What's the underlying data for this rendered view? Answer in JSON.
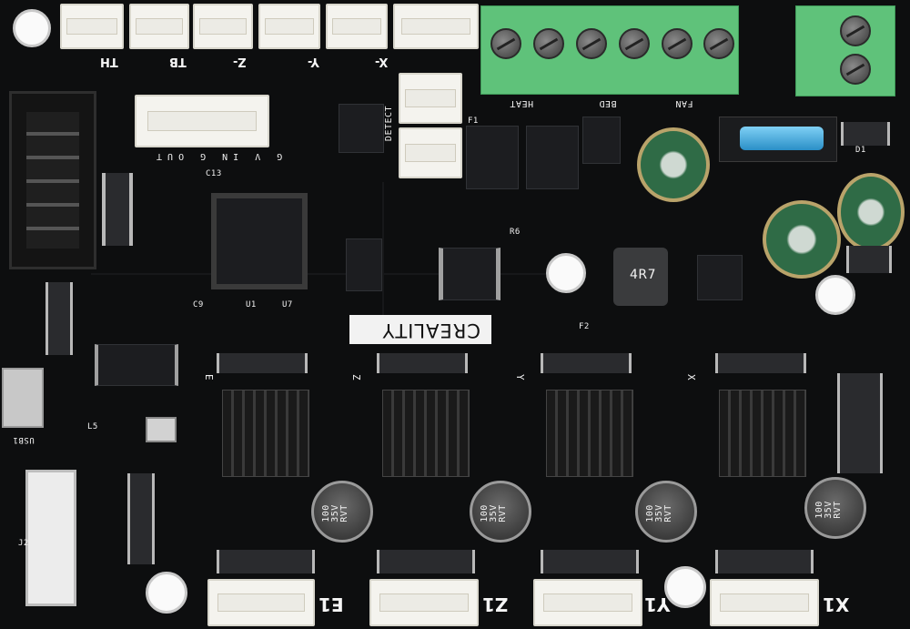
{
  "board": {
    "brand": "CREALITY",
    "motor_ports": [
      "E1",
      "Z1",
      "Y1",
      "X1"
    ],
    "top_labels": [
      "TH",
      "TB",
      "Z-",
      "Y-",
      "X-"
    ],
    "terminal_labels": [
      "HEAT",
      "BED",
      "FAN"
    ],
    "filament_label": "DETECT",
    "bltouch_label": "G V IN G OUT",
    "inductor_label": "4R7",
    "cap_label_lines": [
      "100",
      "35V",
      "RVT"
    ],
    "usb_label": "USB1",
    "axis_marks": [
      "E",
      "Z",
      "Y",
      "X"
    ],
    "refdes": [
      "U1",
      "U7",
      "C9",
      "C13",
      "L5",
      "F1",
      "F2",
      "R6",
      "D1",
      "J2"
    ]
  }
}
